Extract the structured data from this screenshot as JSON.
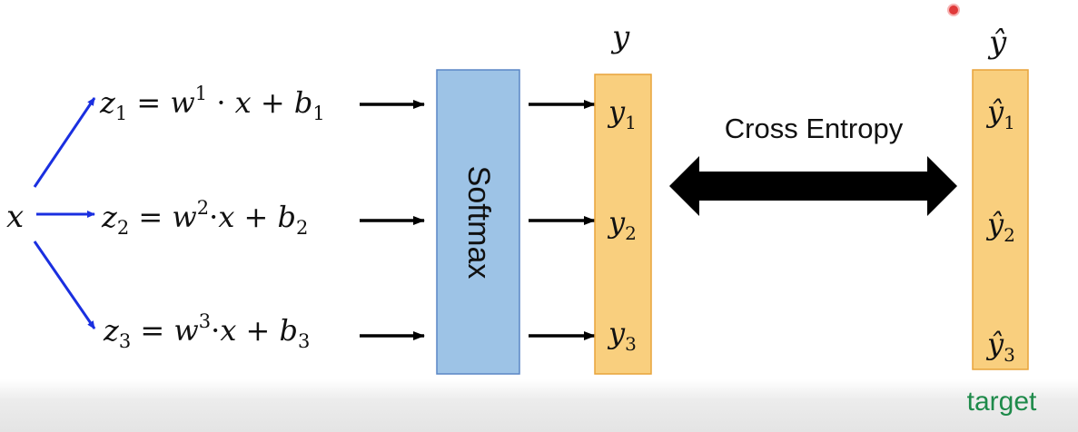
{
  "input": {
    "var": "x"
  },
  "equations": [
    {
      "z": "z",
      "z_sub": "1",
      "eq": " = ",
      "w": "w",
      "w_sup": "1",
      "dot": " · ",
      "x": "x",
      "plus": " + ",
      "b": "b",
      "b_sub": "1"
    },
    {
      "z": "z",
      "z_sub": "2",
      "eq": " = ",
      "w": "w",
      "w_sup": "2",
      "dot": "·",
      "x": "x",
      "plus": " + ",
      "b": "b",
      "b_sub": "2"
    },
    {
      "z": "z",
      "z_sub": "3",
      "eq": " = ",
      "w": "w",
      "w_sup": "3",
      "dot": "·",
      "x": "x",
      "plus": " + ",
      "b": "b",
      "b_sub": "3"
    }
  ],
  "softmax": {
    "label": "Softmax"
  },
  "output": {
    "header": "y",
    "items": [
      {
        "var": "y",
        "sub": "1"
      },
      {
        "var": "y",
        "sub": "2"
      },
      {
        "var": "y",
        "sub": "3"
      }
    ]
  },
  "loss": {
    "label": "Cross Entropy"
  },
  "target": {
    "header": "ŷ",
    "items": [
      {
        "var": "ŷ",
        "sub": "1"
      },
      {
        "var": "ŷ",
        "sub": "2"
      },
      {
        "var": "ŷ",
        "sub": "3"
      }
    ],
    "caption": "target"
  },
  "colors": {
    "blue_arrow": "#1a2fe0",
    "softmax_fill": "#9dc3e6",
    "softmax_border": "#5a86c5",
    "output_fill": "#f9cf7e",
    "output_border": "#e8a43a",
    "target_caption": "#1e8a4a",
    "recording_dot": "#e03a3a"
  }
}
